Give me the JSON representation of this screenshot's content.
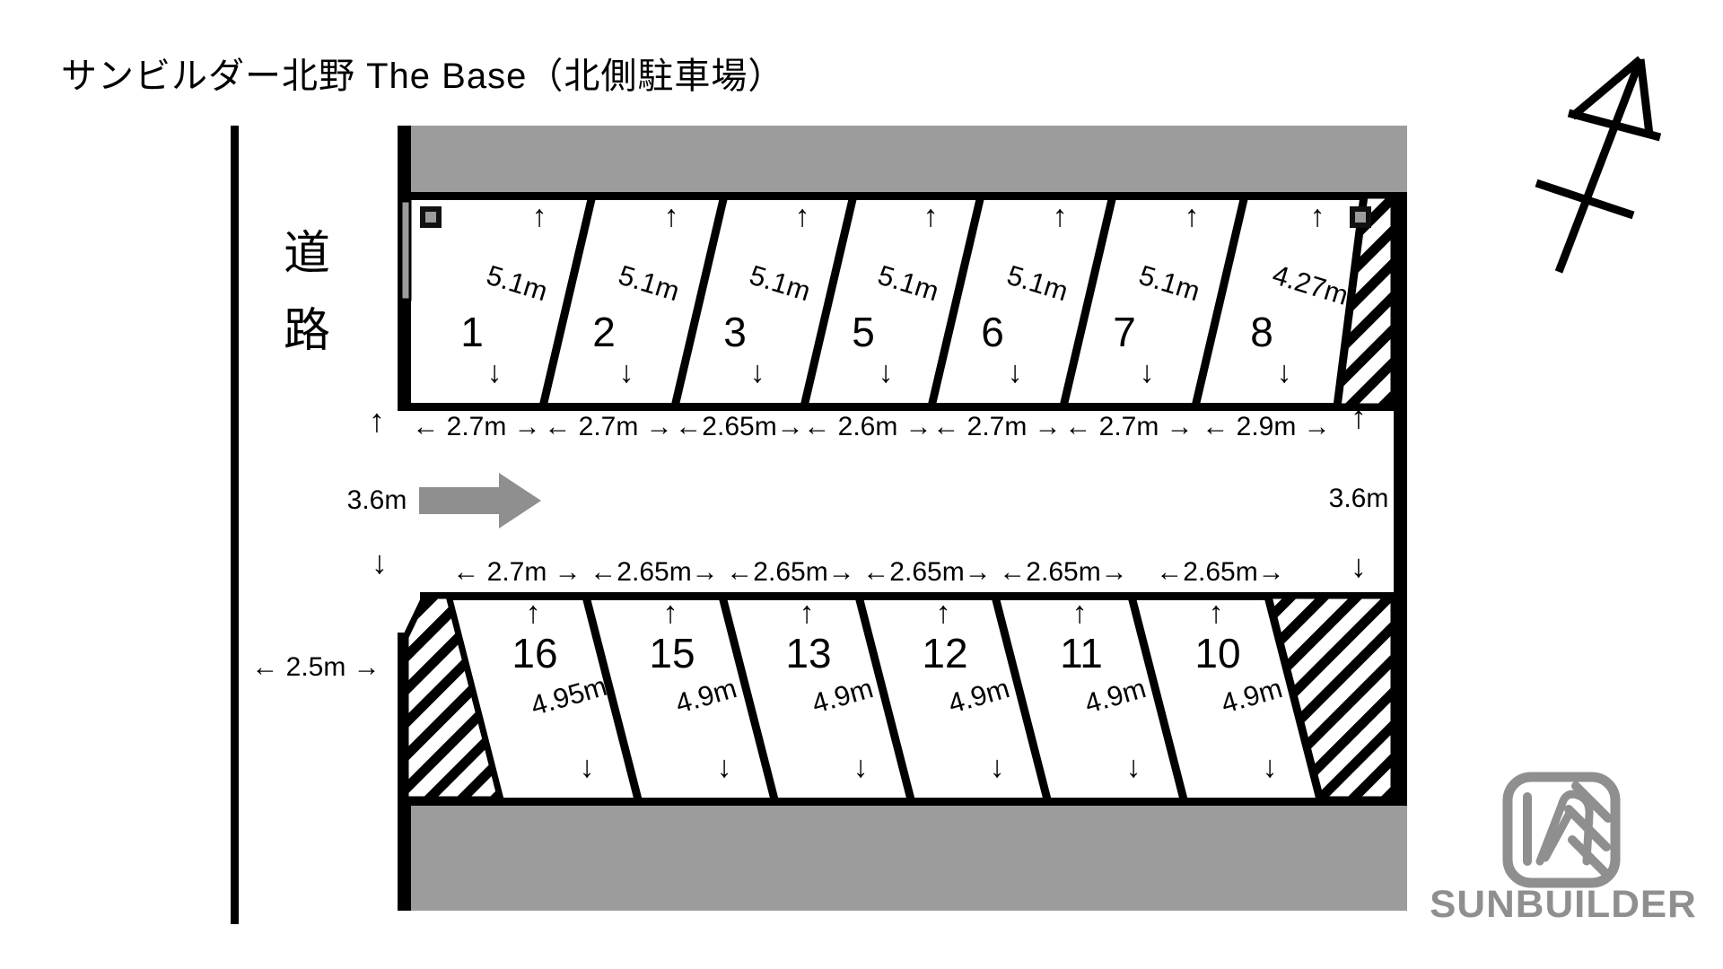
{
  "title": "サンビルダー北野 The Base（北側駐車場）",
  "road": {
    "char1": "道",
    "char2": "路"
  },
  "arrows": {
    "up": "↑",
    "down": "↓"
  },
  "aisle": {
    "left_width": "3.6m",
    "right_width": "3.6m"
  },
  "left_margin_label": "← 2.5m →",
  "top_row": {
    "spaces": [
      {
        "number": "1",
        "depth": "5.1m",
        "width": "← 2.7m →"
      },
      {
        "number": "2",
        "depth": "5.1m",
        "width": "← 2.7m →"
      },
      {
        "number": "3",
        "depth": "5.1m",
        "width": "←2.65m→"
      },
      {
        "number": "5",
        "depth": "5.1m",
        "width": "← 2.6m →"
      },
      {
        "number": "6",
        "depth": "5.1m",
        "width": "← 2.7m →"
      },
      {
        "number": "7",
        "depth": "5.1m",
        "width": "← 2.7m →"
      },
      {
        "number": "8",
        "depth": "4.27m",
        "width": "← 2.9m →"
      }
    ]
  },
  "bottom_row": {
    "spaces": [
      {
        "number": "16",
        "depth": "4.95m",
        "width": "← 2.7m →"
      },
      {
        "number": "15",
        "depth": "4.9m",
        "width": "←2.65m→"
      },
      {
        "number": "13",
        "depth": "4.9m",
        "width": "←2.65m→"
      },
      {
        "number": "12",
        "depth": "4.9m",
        "width": "←2.65m→"
      },
      {
        "number": "11",
        "depth": "4.9m",
        "width": "←2.65m→"
      },
      {
        "number": "10",
        "depth": "4.9m",
        "width": "←2.65m→"
      }
    ]
  },
  "logo": {
    "text": "SUNBUILDER"
  },
  "colors": {
    "building_gray": "#9c9c9c",
    "logo_gray": "#8f8f8f",
    "line_black": "#000000"
  }
}
